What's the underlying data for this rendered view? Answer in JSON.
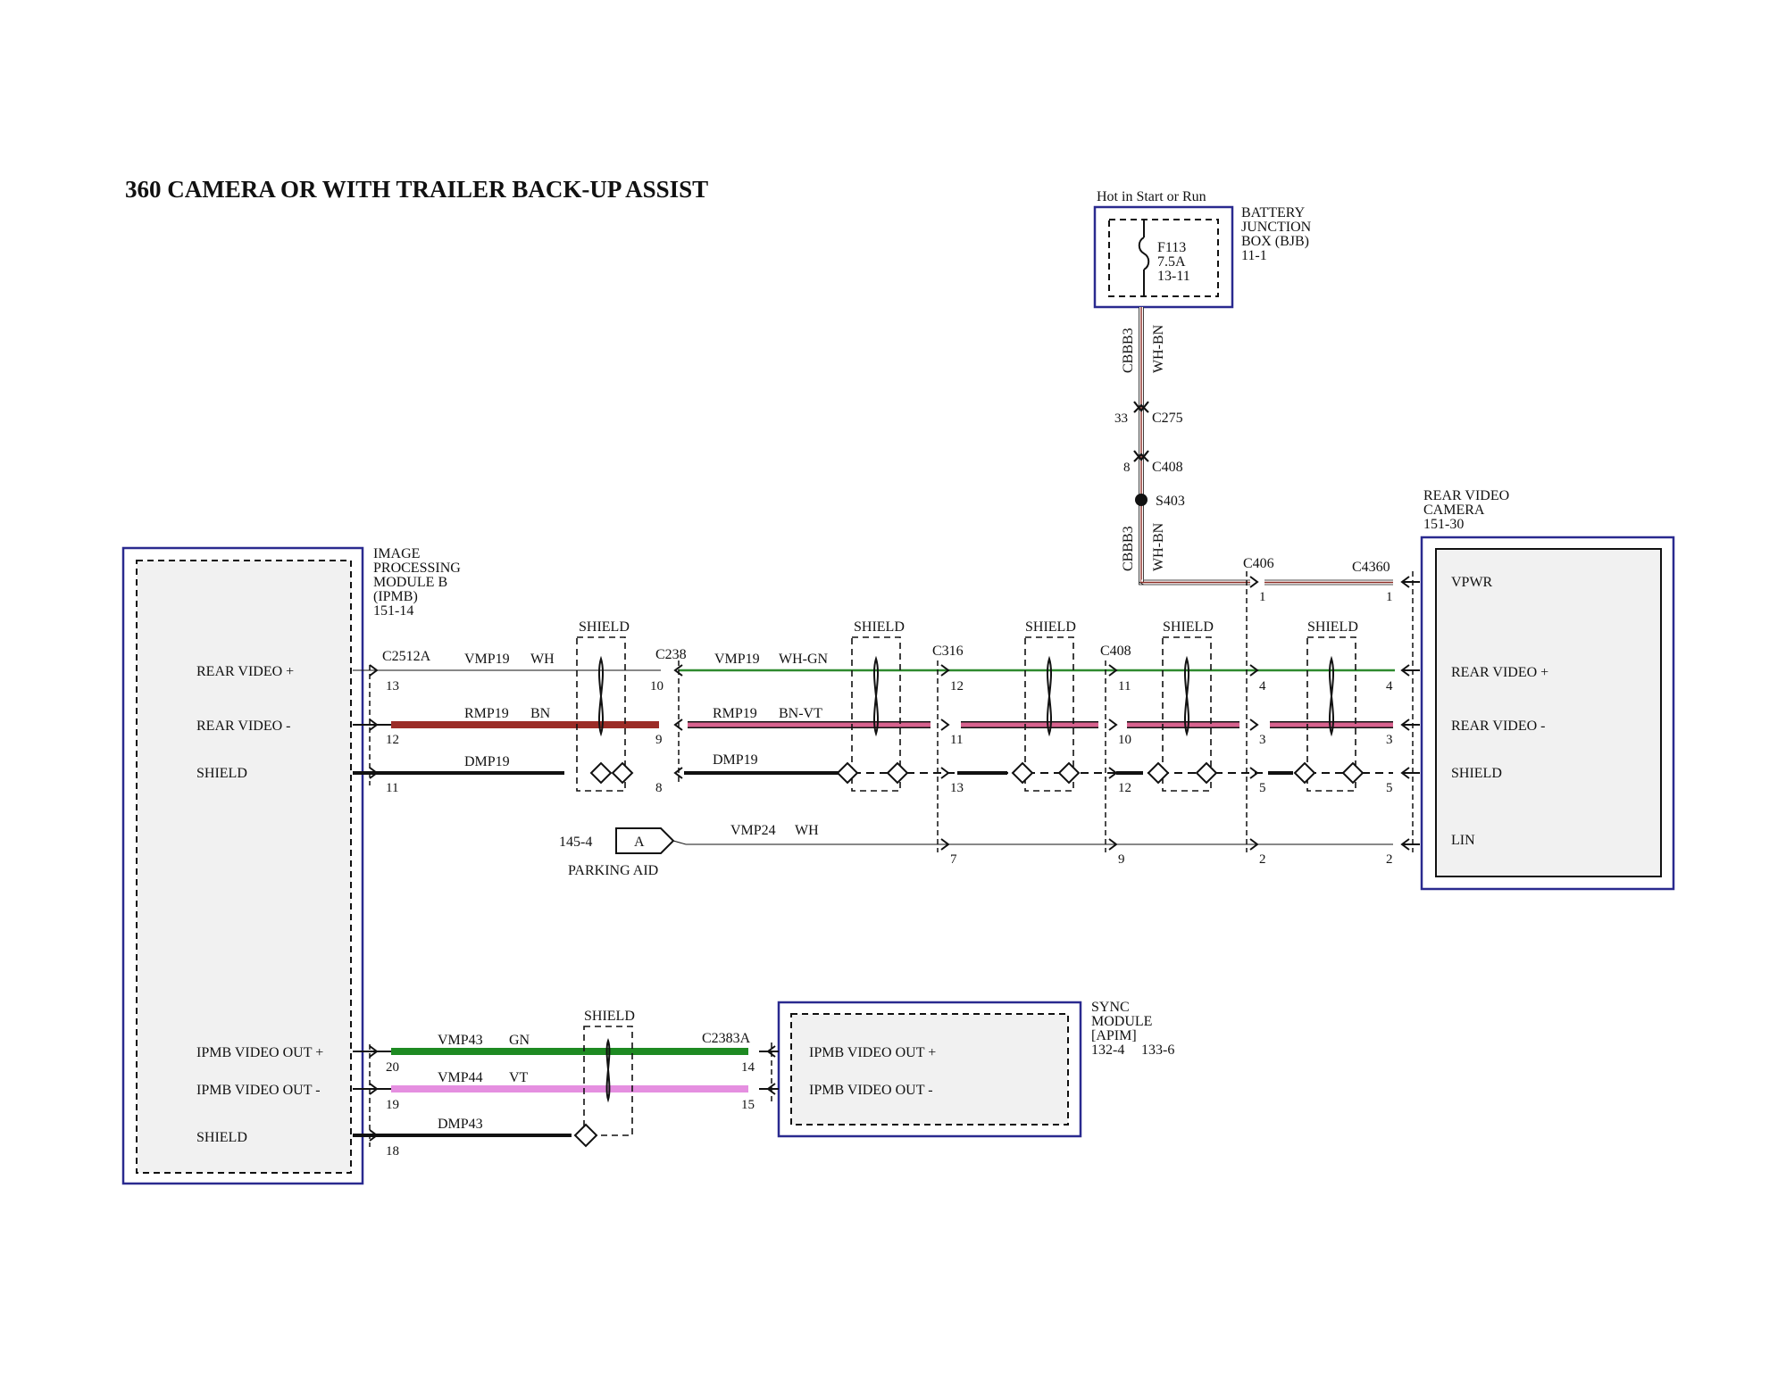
{
  "title": "360 CAMERA OR WITH TRAILER BACK-UP ASSIST",
  "power": {
    "hot_label": "Hot in Start or Run",
    "bjb": {
      "lines": [
        "BATTERY",
        "JUNCTION",
        "BOX (BJB)",
        "11-1"
      ]
    },
    "fuse": {
      "lines": [
        "F113",
        "7.5A",
        "13-11"
      ]
    },
    "wire_upper": {
      "circuit": "CBBB3",
      "color_code": "WH-BN"
    },
    "wire_lower": {
      "circuit": "CBBB3",
      "color_code": "WH-BN"
    },
    "c275": {
      "name": "C275",
      "pin": "33"
    },
    "c408": {
      "name": "C408",
      "pin": "8"
    },
    "splice": "S403"
  },
  "ipmb": {
    "title_lines": [
      "IMAGE",
      "PROCESSING",
      "MODULE B",
      "(IPMB)",
      "151-14"
    ],
    "pins": {
      "rear_video_plus": "REAR VIDEO +",
      "rear_video_minus": "REAR VIDEO -",
      "shield_top": "SHIELD",
      "video_out_plus": "IPMB VIDEO OUT +",
      "video_out_minus": "IPMB VIDEO OUT -",
      "shield_bottom": "SHIELD"
    }
  },
  "camera": {
    "title_lines": [
      "REAR VIDEO",
      "CAMERA",
      "151-30"
    ],
    "pins": {
      "vpwr": "VPWR",
      "rear_video_plus": "REAR VIDEO +",
      "rear_video_minus": "REAR VIDEO -",
      "shield": "SHIELD",
      "lin": "LIN"
    }
  },
  "sync": {
    "title_lines": [
      "SYNC",
      "MODULE",
      "[APIM]"
    ],
    "refs": [
      "132-4",
      "133-6"
    ],
    "pins": {
      "video_out_plus": "IPMB VIDEO OUT +",
      "video_out_minus": "IPMB VIDEO OUT -"
    }
  },
  "connectors": {
    "c2512a": {
      "name": "C2512A",
      "pins": [
        "13",
        "12",
        "11",
        "20",
        "19",
        "18"
      ]
    },
    "c238": {
      "name": "C238",
      "pins": [
        "10",
        "9",
        "8"
      ]
    },
    "c316": {
      "name": "C316",
      "pins": [
        "12",
        "11",
        "13",
        "7"
      ]
    },
    "c408": {
      "name": "C408",
      "pins": [
        "11",
        "10",
        "12",
        "9"
      ]
    },
    "c406": {
      "name": "C406",
      "pins": [
        "1",
        "4",
        "3",
        "5",
        "2"
      ]
    },
    "c4360": {
      "name": "C4360",
      "pins": [
        "1",
        "4",
        "3",
        "5",
        "2"
      ]
    },
    "c2383a": {
      "name": "C2383A",
      "pins": [
        "14",
        "15"
      ]
    }
  },
  "wires": {
    "vmp19_a": {
      "circuit": "VMP19",
      "color_code": "WH",
      "color": "#ffffff"
    },
    "vmp19_b": {
      "circuit": "VMP19",
      "color_code": "WH-GN",
      "color": "#2f8a2f"
    },
    "rmp19_a": {
      "circuit": "RMP19",
      "color_code": "BN",
      "color": "#9b2c27"
    },
    "rmp19_b": {
      "circuit": "RMP19",
      "color_code": "BN-VT",
      "color": "#d8628e"
    },
    "dmp19_a": {
      "circuit": "DMP19"
    },
    "dmp19_b": {
      "circuit": "DMP19"
    },
    "vmp24": {
      "circuit": "VMP24",
      "color_code": "WH"
    },
    "vmp43": {
      "circuit": "VMP43",
      "color_code": "GN",
      "color": "#1e8a22"
    },
    "vmp44": {
      "circuit": "VMP44",
      "color_code": "VT",
      "color": "#e58fe0"
    },
    "dmp43": {
      "circuit": "DMP43"
    }
  },
  "shield_label": "SHIELD",
  "parking_aid": {
    "ref": "145-4",
    "letter": "A",
    "label": "PARKING AID"
  }
}
